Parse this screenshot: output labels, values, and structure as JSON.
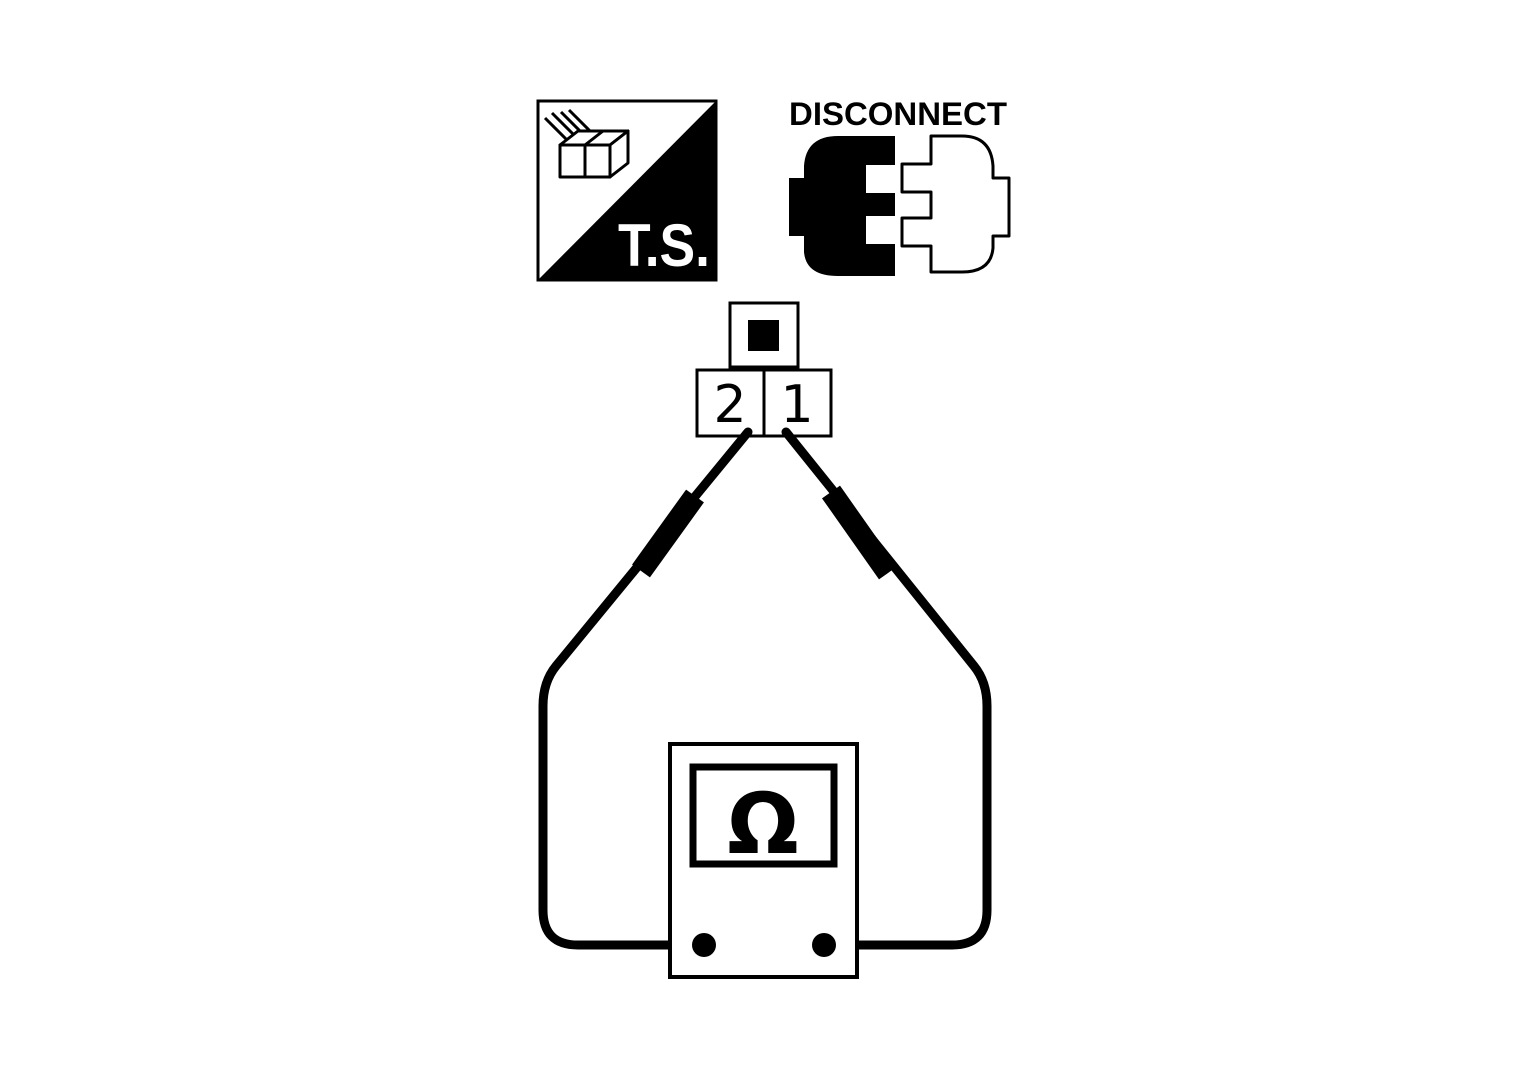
{
  "badges": {
    "ts_label": "T.S.",
    "disconnect_label": "DISCONNECT"
  },
  "connector": {
    "pins": [
      "2",
      "1"
    ]
  },
  "meter": {
    "symbol": "Ω"
  },
  "colors": {
    "ink": "#000000",
    "paper": "#ffffff"
  }
}
